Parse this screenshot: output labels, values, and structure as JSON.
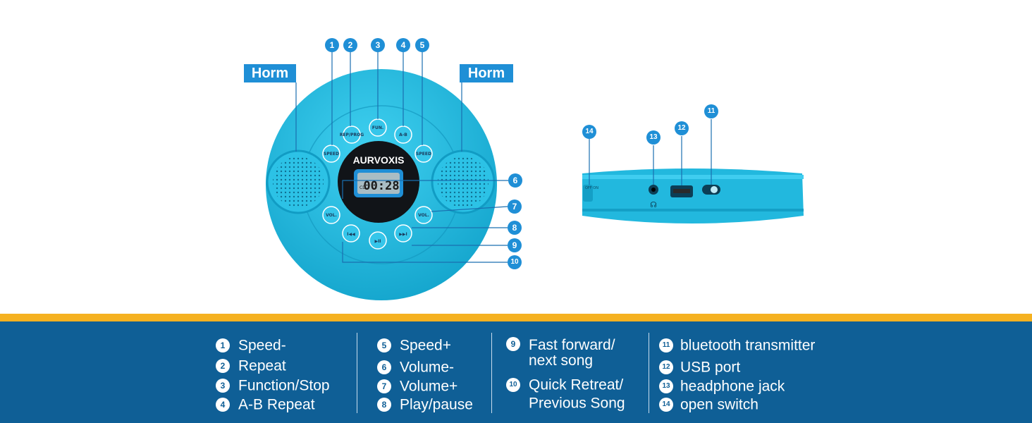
{
  "callouts": {
    "horn_left": "Horm",
    "horn_right": "Horm",
    "front_numbers": [
      "1",
      "2",
      "3",
      "4",
      "5",
      "6",
      "7",
      "8",
      "9",
      "10"
    ],
    "side_numbers": [
      "14",
      "13",
      "12",
      "11"
    ]
  },
  "device": {
    "brand": "AURVOXIS",
    "display": "00:28",
    "display_cd": "CD",
    "side_switch_label": "OFF ON",
    "buttons": {
      "speed_minus": "SPEED",
      "rep_prog": "REP/PROG",
      "fun": "FUN.",
      "ab": "A-B",
      "speed_plus": "SPEED",
      "vol_minus": "VOL.",
      "vol_plus": "VOL.",
      "prev": "I◀◀",
      "play": "▶II",
      "next": "▶▶I"
    }
  },
  "legend": {
    "col1": [
      {
        "n": "1",
        "label": "Speed-"
      },
      {
        "n": "2",
        "label": "Repeat"
      },
      {
        "n": "3",
        "label": "Function/Stop"
      },
      {
        "n": "4",
        "label": "A-B Repeat"
      }
    ],
    "col2": [
      {
        "n": "5",
        "label": "Speed+"
      },
      {
        "n": "6",
        "label": "Volume-"
      },
      {
        "n": "7",
        "label": "Volume+"
      },
      {
        "n": "8",
        "label": "Play/pause"
      }
    ],
    "col3": [
      {
        "n": "9",
        "label": "Fast forward/",
        "label2": "next song"
      },
      {
        "n": "10",
        "label": "Quick Retreat/",
        "label2": "Previous Song"
      }
    ],
    "col4": [
      {
        "n": "11",
        "label": "bluetooth transmitter"
      },
      {
        "n": "12",
        "label": "USB port"
      },
      {
        "n": "13",
        "label": "headphone jack"
      },
      {
        "n": "14",
        "label": "open switch"
      }
    ]
  },
  "colors": {
    "device_body": "#22b8de",
    "accent_blue": "#1f8fd6",
    "legend_bg": "#0f5f96",
    "stripe": "#f5b120"
  }
}
